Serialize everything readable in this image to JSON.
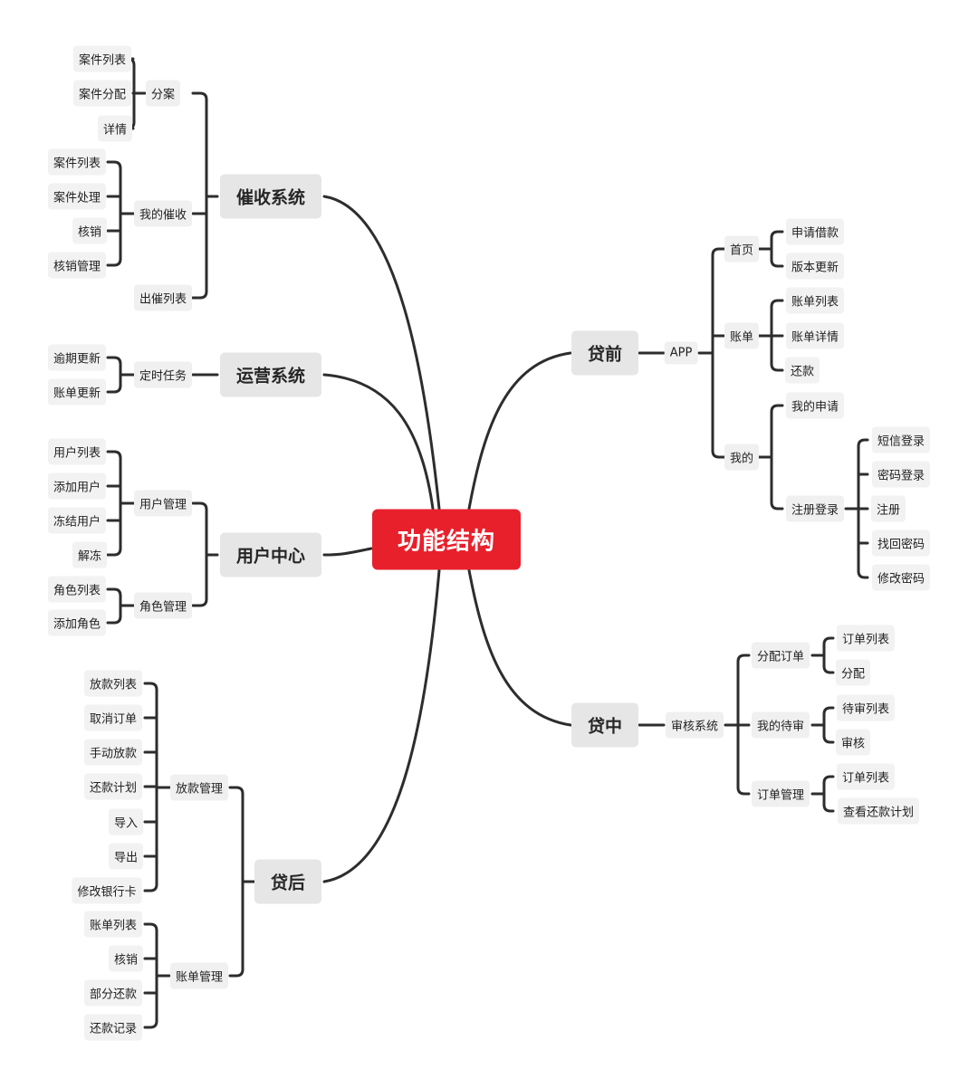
{
  "root": "功能结构",
  "branches": [
    {
      "key": "cuishou",
      "label": "催收系统",
      "children": [
        {
          "label": "分案",
          "children": [
            "案件列表",
            "案件分配",
            "详情"
          ]
        },
        {
          "label": "我的催收",
          "children": [
            "案件列表",
            "案件处理",
            "核销",
            "核销管理"
          ]
        },
        {
          "label": "出催列表",
          "children": []
        }
      ]
    },
    {
      "key": "yunying",
      "label": "运营系统",
      "children": [
        {
          "label": "定时任务",
          "children": [
            "逾期更新",
            "账单更新"
          ]
        }
      ]
    },
    {
      "key": "yonghu",
      "label": "用户中心",
      "children": [
        {
          "label": "用户管理",
          "children": [
            "用户列表",
            "添加用户",
            "冻结用户",
            "解冻"
          ]
        },
        {
          "label": "角色管理",
          "children": [
            "角色列表",
            "添加角色"
          ]
        }
      ]
    },
    {
      "key": "daihou",
      "label": "贷后",
      "children": [
        {
          "label": "放款管理",
          "children": [
            "放款列表",
            "取消订单",
            "手动放款",
            "还款计划",
            "导入",
            "导出",
            "修改银行卡"
          ]
        },
        {
          "label": "账单管理",
          "children": [
            "账单列表",
            "核销",
            "部分还款",
            "还款记录"
          ]
        }
      ]
    },
    {
      "key": "daiqian",
      "label": "贷前",
      "children": [
        {
          "label": "APP",
          "children": [
            {
              "label": "首页",
              "children": [
                "申请借款",
                "版本更新"
              ]
            },
            {
              "label": "账单",
              "children": [
                "账单列表",
                "账单详情",
                "还款"
              ]
            },
            {
              "label": "我的",
              "children": [
                {
                  "label": "我的申请",
                  "children": []
                },
                {
                  "label": "注册登录",
                  "children": [
                    "短信登录",
                    "密码登录",
                    "注册",
                    "找回密码",
                    "修改密码"
                  ]
                }
              ]
            }
          ]
        }
      ]
    },
    {
      "key": "daizhong",
      "label": "贷中",
      "children": [
        {
          "label": "审核系统",
          "children": [
            {
              "label": "分配订单",
              "children": [
                "订单列表",
                "分配"
              ]
            },
            {
              "label": "我的待审",
              "children": [
                "待审列表",
                "审核"
              ]
            },
            {
              "label": "订单管理",
              "children": [
                "订单列表",
                "查看还款计划"
              ]
            }
          ]
        }
      ]
    }
  ]
}
